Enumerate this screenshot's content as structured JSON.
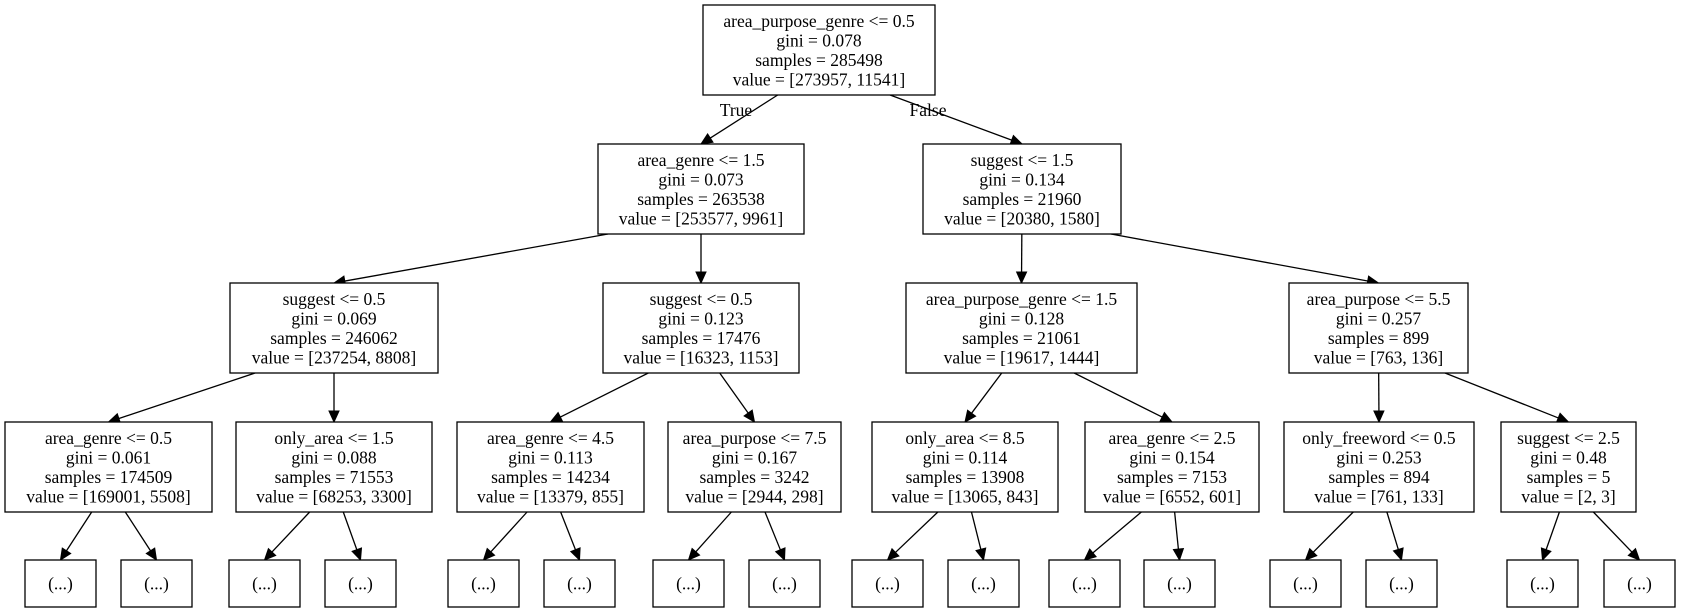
{
  "tree": {
    "nodes": [
      {
        "id": "n0",
        "lines": [
          "area_purpose_genre <= 0.5",
          "gini = 0.078",
          "samples = 285498",
          "value = [273957, 11541]"
        ]
      },
      {
        "id": "n1",
        "lines": [
          "area_genre <= 1.5",
          "gini = 0.073",
          "samples = 263538",
          "value = [253577, 9961]"
        ]
      },
      {
        "id": "n2",
        "lines": [
          "suggest <= 1.5",
          "gini = 0.134",
          "samples = 21960",
          "value = [20380, 1580]"
        ]
      },
      {
        "id": "n3",
        "lines": [
          "suggest <= 0.5",
          "gini = 0.069",
          "samples = 246062",
          "value = [237254, 8808]"
        ]
      },
      {
        "id": "n4",
        "lines": [
          "suggest <= 0.5",
          "gini = 0.123",
          "samples = 17476",
          "value = [16323, 1153]"
        ]
      },
      {
        "id": "n5",
        "lines": [
          "area_purpose_genre <= 1.5",
          "gini = 0.128",
          "samples = 21061",
          "value = [19617, 1444]"
        ]
      },
      {
        "id": "n6",
        "lines": [
          "area_purpose <= 5.5",
          "gini = 0.257",
          "samples = 899",
          "value = [763, 136]"
        ]
      },
      {
        "id": "n7",
        "lines": [
          "area_genre <= 0.5",
          "gini = 0.061",
          "samples = 174509",
          "value = [169001, 5508]"
        ]
      },
      {
        "id": "n8",
        "lines": [
          "only_area <= 1.5",
          "gini = 0.088",
          "samples = 71553",
          "value = [68253, 3300]"
        ]
      },
      {
        "id": "n9",
        "lines": [
          "area_genre <= 4.5",
          "gini = 0.113",
          "samples = 14234",
          "value = [13379, 855]"
        ]
      },
      {
        "id": "n10",
        "lines": [
          "area_purpose <= 7.5",
          "gini = 0.167",
          "samples = 3242",
          "value = [2944, 298]"
        ]
      },
      {
        "id": "n11",
        "lines": [
          "only_area <= 8.5",
          "gini = 0.114",
          "samples = 13908",
          "value = [13065, 843]"
        ]
      },
      {
        "id": "n12",
        "lines": [
          "area_genre <= 2.5",
          "gini = 0.154",
          "samples = 7153",
          "value = [6552, 601]"
        ]
      },
      {
        "id": "n13",
        "lines": [
          "only_freeword <= 0.5",
          "gini = 0.253",
          "samples = 894",
          "value = [761, 133]"
        ]
      },
      {
        "id": "n14",
        "lines": [
          "suggest <= 2.5",
          "gini = 0.48",
          "samples = 5",
          "value = [2, 3]"
        ]
      },
      {
        "id": "l0",
        "lines": [
          "(...)"
        ]
      },
      {
        "id": "l1",
        "lines": [
          "(...)"
        ]
      },
      {
        "id": "l2",
        "lines": [
          "(...)"
        ]
      },
      {
        "id": "l3",
        "lines": [
          "(...)"
        ]
      },
      {
        "id": "l4",
        "lines": [
          "(...)"
        ]
      },
      {
        "id": "l5",
        "lines": [
          "(...)"
        ]
      },
      {
        "id": "l6",
        "lines": [
          "(...)"
        ]
      },
      {
        "id": "l7",
        "lines": [
          "(...)"
        ]
      },
      {
        "id": "l8",
        "lines": [
          "(...)"
        ]
      },
      {
        "id": "l9",
        "lines": [
          "(...)"
        ]
      },
      {
        "id": "l10",
        "lines": [
          "(...)"
        ]
      },
      {
        "id": "l11",
        "lines": [
          "(...)"
        ]
      },
      {
        "id": "l12",
        "lines": [
          "(...)"
        ]
      },
      {
        "id": "l13",
        "lines": [
          "(...)"
        ]
      },
      {
        "id": "l14",
        "lines": [
          "(...)"
        ]
      },
      {
        "id": "l15",
        "lines": [
          "(...)"
        ]
      }
    ],
    "edges": [
      {
        "from": "n0",
        "to": "n1",
        "label": "True"
      },
      {
        "from": "n0",
        "to": "n2",
        "label": "False"
      },
      {
        "from": "n1",
        "to": "n3"
      },
      {
        "from": "n1",
        "to": "n4"
      },
      {
        "from": "n2",
        "to": "n5"
      },
      {
        "from": "n2",
        "to": "n6"
      },
      {
        "from": "n3",
        "to": "n7"
      },
      {
        "from": "n3",
        "to": "n8"
      },
      {
        "from": "n4",
        "to": "n9"
      },
      {
        "from": "n4",
        "to": "n10"
      },
      {
        "from": "n5",
        "to": "n11"
      },
      {
        "from": "n5",
        "to": "n12"
      },
      {
        "from": "n6",
        "to": "n13"
      },
      {
        "from": "n6",
        "to": "n14"
      },
      {
        "from": "n7",
        "to": "l0"
      },
      {
        "from": "n7",
        "to": "l1"
      },
      {
        "from": "n8",
        "to": "l2"
      },
      {
        "from": "n8",
        "to": "l3"
      },
      {
        "from": "n9",
        "to": "l4"
      },
      {
        "from": "n9",
        "to": "l5"
      },
      {
        "from": "n10",
        "to": "l6"
      },
      {
        "from": "n10",
        "to": "l7"
      },
      {
        "from": "n11",
        "to": "l8"
      },
      {
        "from": "n11",
        "to": "l9"
      },
      {
        "from": "n12",
        "to": "l10"
      },
      {
        "from": "n12",
        "to": "l11"
      },
      {
        "from": "n13",
        "to": "l12"
      },
      {
        "from": "n13",
        "to": "l13"
      },
      {
        "from": "n14",
        "to": "l14"
      },
      {
        "from": "n14",
        "to": "l15"
      }
    ]
  }
}
